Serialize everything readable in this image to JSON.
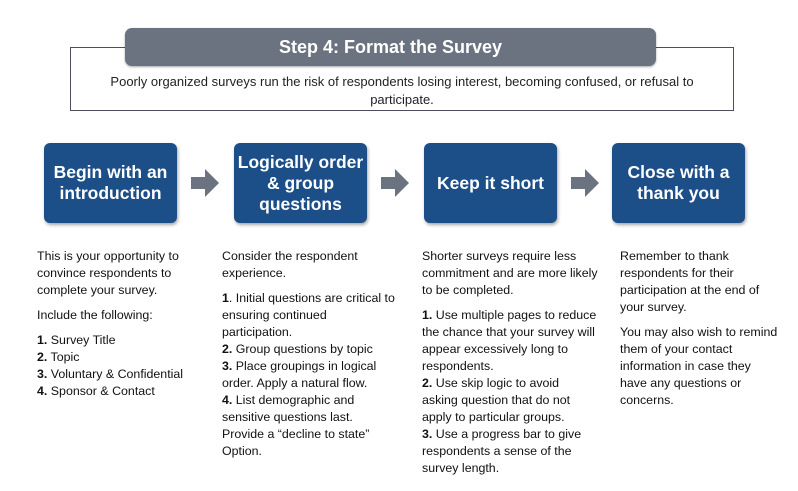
{
  "title": "Step 4: Format the Survey",
  "intro": "Poorly organized surveys run the risk of respondents losing interest, becoming confused, or refusal to participate.",
  "colors": {
    "title_bar": "#6b7280",
    "step_box": "#1c4e87",
    "arrow": "#6b7280"
  },
  "steps": [
    {
      "label": "Begin with an\nintroduction"
    },
    {
      "label": "Logically order\n& group\nquestions"
    },
    {
      "label": "Keep it short"
    },
    {
      "label": "Close with a\nthank you"
    }
  ],
  "columns": [
    {
      "paragraphs": [
        "This is your opportunity to convince respondents to complete your survey.",
        "Include the following:"
      ],
      "items": [
        {
          "num": "1.",
          "text": " Survey Title"
        },
        {
          "num": "2.",
          "text": " Topic"
        },
        {
          "num": "3.",
          "text": " Voluntary & Confidential"
        },
        {
          "num": "4.",
          "text": " Sponsor & Contact"
        }
      ]
    },
    {
      "paragraphs": [
        "Consider the respondent experience."
      ],
      "items": [
        {
          "num": "1",
          "text": ". Initial questions are critical to ensuring continued participation."
        },
        {
          "num": "2.",
          "text": " Group questions by topic"
        },
        {
          "num": "3.",
          "text": " Place groupings in logical order. Apply a natural flow."
        },
        {
          "num": "4.",
          "text": " List demographic and sensitive questions last. Provide a “decline to state” Option."
        }
      ]
    },
    {
      "paragraphs": [
        "Shorter surveys require less commitment and are more likely to be completed."
      ],
      "items": [
        {
          "num": "1.",
          "text": " Use multiple pages to reduce the chance that your survey will appear excessively long to respondents."
        },
        {
          "num": "2.",
          "text": " Use skip logic to avoid asking question that do not apply to particular groups."
        },
        {
          "num": "3.",
          "text": " Use a progress bar to give respondents a sense of the survey length."
        }
      ]
    },
    {
      "paragraphs": [
        "Remember to thank respondents for their participation at the end of your survey.",
        "You may also wish to remind them of your contact information in case they have any questions or concerns."
      ],
      "items": []
    }
  ]
}
